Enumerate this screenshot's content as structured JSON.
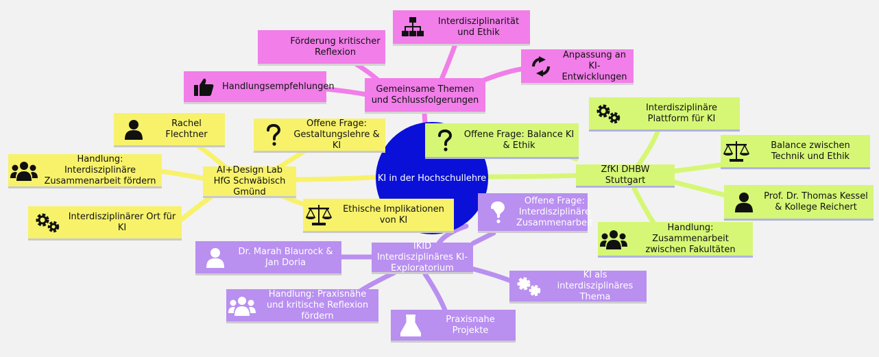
{
  "center": "KI in der Hochschullehre",
  "colors": {
    "yellow": "#f7f26a",
    "green": "#d6f776",
    "pink": "#f17ee9",
    "purple": "#b98ff0",
    "center": "#0a10d8"
  },
  "branches": {
    "pink": {
      "hub": "Gemeinsame Themen und Schlussfolgerungen",
      "items": [
        {
          "label": "Interdisziplinarität und Ethik",
          "icon": "sitemap-icon"
        },
        {
          "label": "Förderung kritischer Reflexion",
          "icon": ""
        },
        {
          "label": "Anpassung an KI-Entwicklungen",
          "icon": "sync-icon"
        },
        {
          "label": "Handlungsempfehlungen",
          "icon": "thumbs-up-icon"
        }
      ]
    },
    "yellow": {
      "hub": "AI+Design Lab HfG Schwäbisch Gmünd",
      "items": [
        {
          "label": "Rachel Flechtner",
          "icon": "user-icon"
        },
        {
          "label": "Offene Frage: Gestaltungslehre & KI",
          "icon": "question-icon"
        },
        {
          "label": "Handlung: Interdisziplinäre Zusammenarbeit fördern",
          "icon": "users-icon"
        },
        {
          "label": "Interdisziplinärer Ort für KI",
          "icon": "gears-icon"
        },
        {
          "label": "Ethische Implikationen von KI",
          "icon": "balance-icon"
        }
      ]
    },
    "green": {
      "hub": "ZfKI DHBW Stuttgart",
      "items": [
        {
          "label": "Interdisziplinäre Plattform für KI",
          "icon": "gears-icon"
        },
        {
          "label": "Offene Frage: Balance KI & Ethik",
          "icon": "question-icon"
        },
        {
          "label": "Balance zwischen Technik und Ethik",
          "icon": "balance-icon"
        },
        {
          "label": "Prof. Dr. Thomas Kessel & Kollege Reichert",
          "icon": "user-icon"
        },
        {
          "label": "Handlung: Zusammenarbeit zwischen Fakultäten",
          "icon": "users-icon"
        }
      ]
    },
    "purple": {
      "hub": "IKID Interdisziplinäres KI-Exploratorium",
      "items": [
        {
          "label": "Offene Frage: Interdisziplinäre Zusammenarbeit",
          "icon": "question-icon"
        },
        {
          "label": "Dr. Marah Blaurock & Jan Doria",
          "icon": "user-icon"
        },
        {
          "label": "KI als interdisziplinäres Thema",
          "icon": "gears-icon"
        },
        {
          "label": "Handlung: Praxisnähe und kritische Reflexion fördern",
          "icon": "users-icon"
        },
        {
          "label": "Praxisnahe Projekte",
          "icon": "flask-icon"
        }
      ]
    }
  }
}
